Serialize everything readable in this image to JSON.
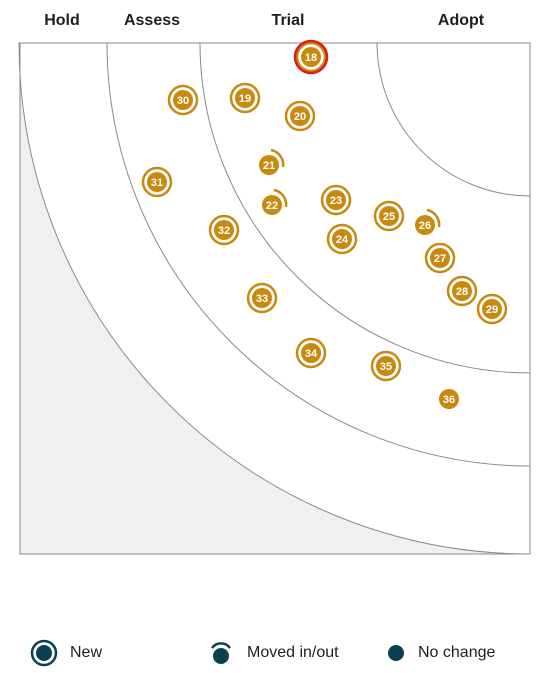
{
  "rings": [
    "Hold",
    "Assess",
    "Trial",
    "Adopt"
  ],
  "colors": {
    "blip": "#c9890f",
    "legend_icon": "#0a4151",
    "highlight": "#e01b1b",
    "outside": "#eef0f2",
    "ring_line": "#8a8a8a"
  },
  "blips": [
    {
      "id": "18",
      "status": "new",
      "highlighted": true
    },
    {
      "id": "19",
      "status": "new"
    },
    {
      "id": "20",
      "status": "new"
    },
    {
      "id": "21",
      "status": "moved"
    },
    {
      "id": "22",
      "status": "moved"
    },
    {
      "id": "23",
      "status": "new"
    },
    {
      "id": "24",
      "status": "new"
    },
    {
      "id": "25",
      "status": "new"
    },
    {
      "id": "26",
      "status": "moved"
    },
    {
      "id": "27",
      "status": "new"
    },
    {
      "id": "28",
      "status": "new"
    },
    {
      "id": "29",
      "status": "new"
    },
    {
      "id": "30",
      "status": "new"
    },
    {
      "id": "31",
      "status": "new"
    },
    {
      "id": "32",
      "status": "new"
    },
    {
      "id": "33",
      "status": "new"
    },
    {
      "id": "34",
      "status": "new"
    },
    {
      "id": "35",
      "status": "new"
    },
    {
      "id": "36",
      "status": "no_change"
    }
  ],
  "legend": [
    {
      "key": "new",
      "label": "New",
      "icon": "new-ring-icon"
    },
    {
      "key": "moved",
      "label": "Moved in/out",
      "icon": "moved-arc-icon"
    },
    {
      "key": "no_change",
      "label": "No change",
      "icon": "filled-dot-icon"
    }
  ]
}
